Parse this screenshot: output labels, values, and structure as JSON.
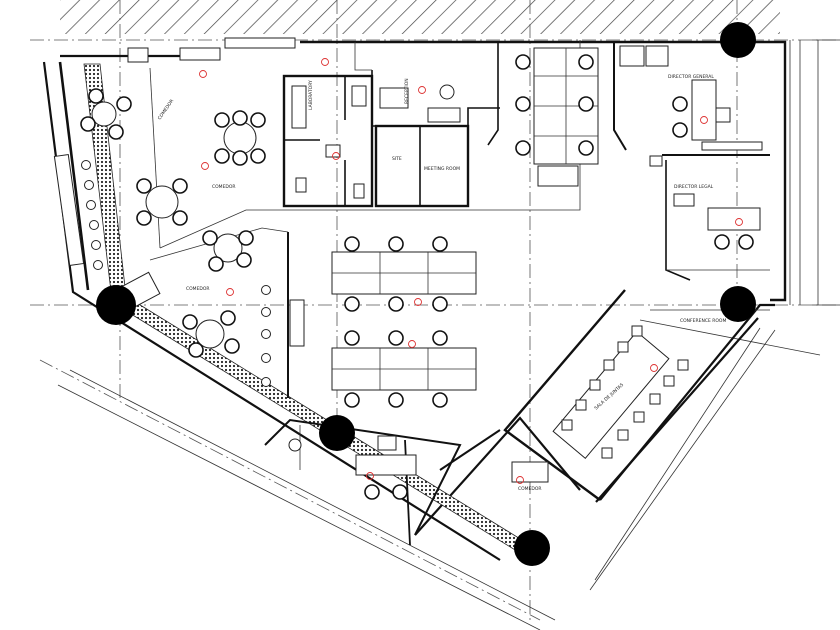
{
  "plan": {
    "rooms": {
      "comedor_upper": "COMEDOR",
      "comedor_lower": "COMEDOR",
      "comedor_middle": "COMEDOR",
      "laboratory": "LABORATORY",
      "site": "SITE",
      "meeting_room": "MEETING ROOM",
      "reception": "RECEPTION",
      "director_general": "DIRECTOR GENERAL",
      "director_legal": "DIRECTOR LEGAL",
      "conference_room": "CONFERENCE ROOM",
      "sala_de_juntas": "SALA DE JUNTAS",
      "comedor_bottom": "COMEDOR"
    },
    "colors": {
      "walls": "#111111",
      "column": "#000000",
      "tag": "#dd3333",
      "hatch": "#444444"
    }
  }
}
